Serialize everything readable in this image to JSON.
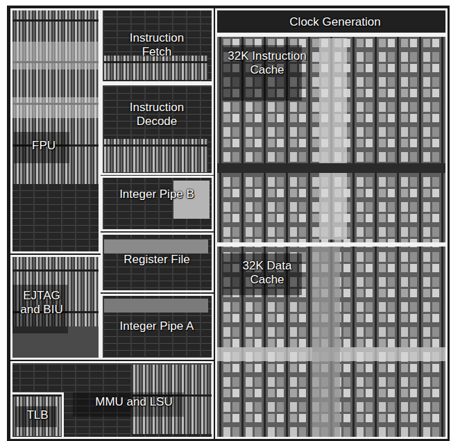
{
  "diagram": {
    "nodes": [
      {
        "text": [
          "FPU"
        ]
      },
      {
        "text": [
          "Instruction Fetch"
        ]
      },
      {
        "text": [
          "Instruction Decode"
        ]
      },
      {
        "text": [
          "Integer Pipe B"
        ]
      },
      {
        "text": [
          "Register File"
        ]
      },
      {
        "text": [
          "Integer Pipe A"
        ]
      },
      {
        "text": [
          "EJTAG and BIU"
        ]
      },
      {
        "text": [
          "MMU and LSU"
        ]
      },
      {
        "text": [
          "TLB"
        ],
        "in": 7
      },
      {
        "text": [
          "Clock Generation"
        ]
      },
      {
        "text": [
          "32K Instruction Cache"
        ]
      },
      {
        "text": [
          "32K Data Cache"
        ]
      }
    ]
  }
}
